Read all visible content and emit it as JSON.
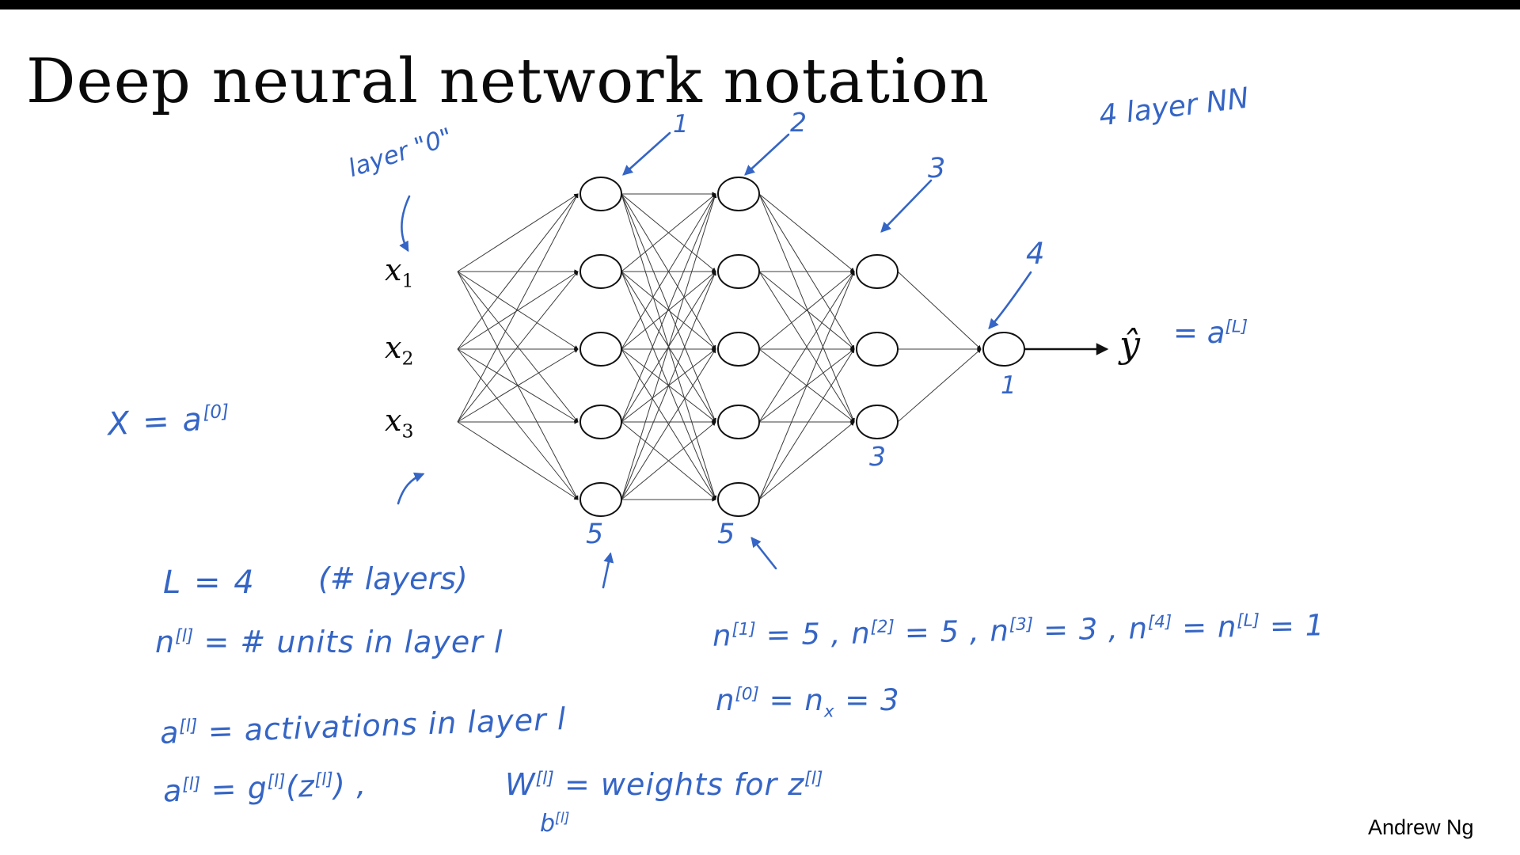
{
  "colors": {
    "ink": "#3565c5",
    "text": "#111111"
  },
  "title": "Deep neural network notation",
  "attribution": "Andrew Ng",
  "network": {
    "input_labels": [
      "x_{1}",
      "x_{2}",
      "x_{3}"
    ],
    "layer_sizes": [
      5,
      5,
      3,
      1
    ],
    "output_label": "ŷ",
    "output_equation": "= a^{[L]}"
  },
  "annotations": {
    "layer_zero": "layer \"0\"",
    "four_layer_nn": "4 layer NN",
    "layer_callouts": [
      "1",
      "2",
      "3",
      "4"
    ],
    "unit_counts": {
      "hidden1": "5",
      "hidden2": "5",
      "hidden3": "3",
      "output": "1"
    },
    "x_equals": "X = a^{[0]}",
    "num_layers": "L = 4",
    "num_layers_note": "(# layers)",
    "units_def": "n^{[l]} = # units in layer l",
    "activations_def": "a^{[l]} = activations in layer l",
    "activation_eq": "a^{[l]} = g^{[l]}(z^{[l]}) ,",
    "weights_def": "W^{[l]} = weights for z^{[l]}",
    "bias_term": "b^{[l]}",
    "layer_unit_values": "n^{[1]} = 5 ,   n^{[2]} = 5 ,   n^{[3]} = 3 ,   n^{[4]} = n^{[L]} = 1",
    "input_units": "n^{[0]} = n_{x} = 3"
  }
}
